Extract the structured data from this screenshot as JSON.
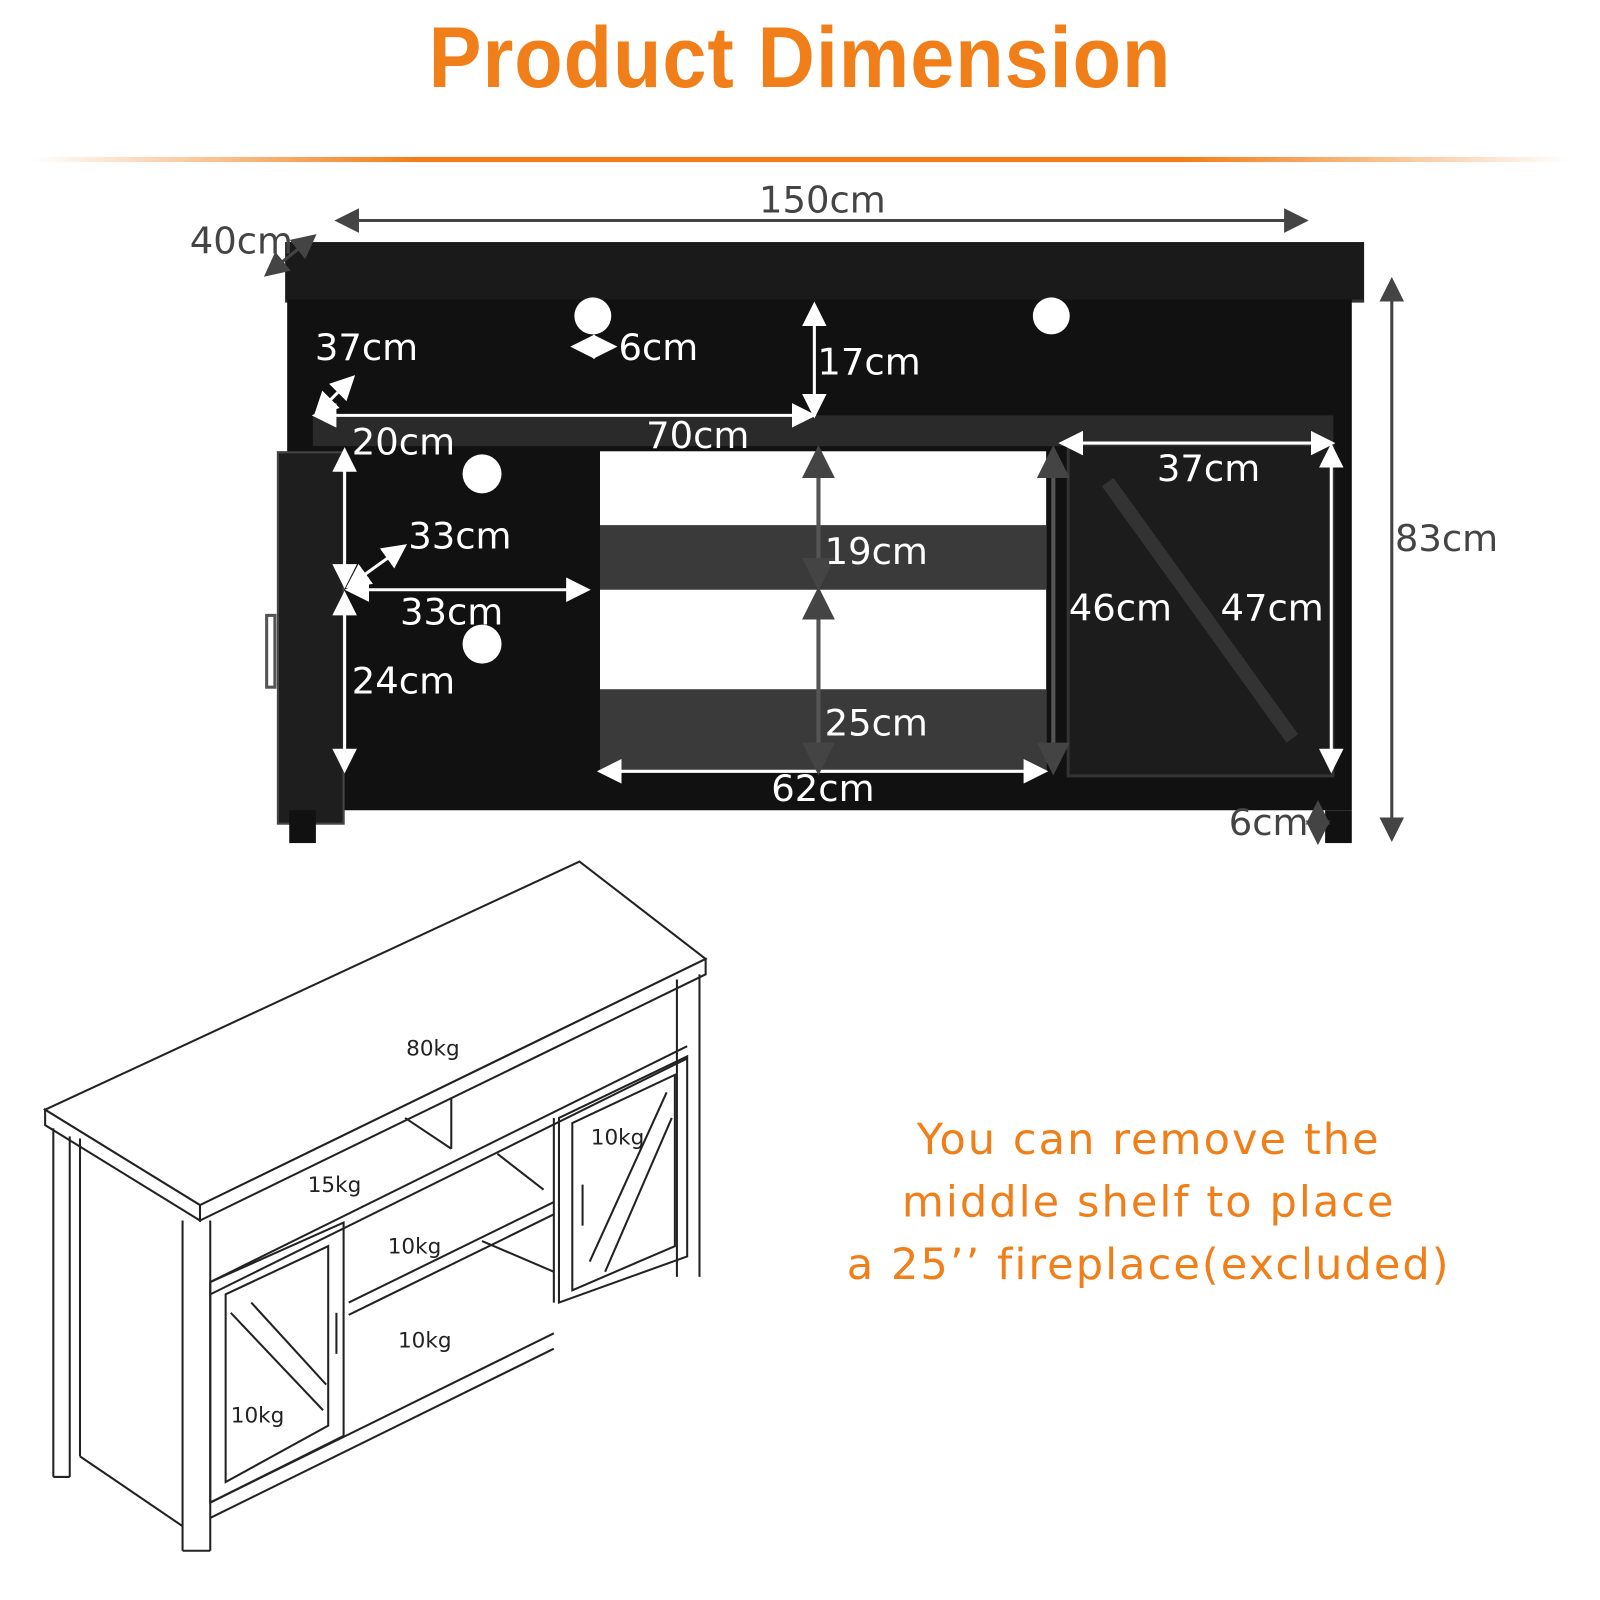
{
  "title": "Product Dimension",
  "dimensions": {
    "width": "150cm",
    "depth": "40cm",
    "height": "83cm",
    "top_depth": "37cm",
    "hole": "6cm",
    "top_height": "17cm",
    "top_width": "70cm",
    "left_depth": "20cm",
    "left_inner_depth": "33cm",
    "left_width": "33cm",
    "left_bottom_height": "24cm",
    "mid_upper_height": "19cm",
    "mid_lower_height": "25cm",
    "mid_width": "62cm",
    "right_width": "37cm",
    "right_inner_height": "46cm",
    "right_door_height": "47cm",
    "leg_height": "6cm"
  },
  "weights": {
    "top": "80kg",
    "upper_shelf": "15kg",
    "right_cabinet": "10kg",
    "mid_shelf": "10kg",
    "bottom_shelf": "10kg",
    "left_cabinet": "10kg"
  },
  "note": [
    "You can remove the",
    "middle shelf to place",
    "a 25’’ fireplace(excluded)"
  ],
  "colors": {
    "accent": "#f07f1a",
    "wood": "#111111"
  }
}
